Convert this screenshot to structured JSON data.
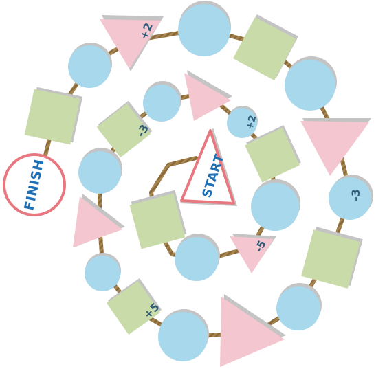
{
  "board": {
    "start_label": "START",
    "finish_label": "FINISH",
    "colors": {
      "circle": "#a8d8ec",
      "square": "#c9dba9",
      "triangle": "#f4c6cf",
      "shadow": "#c4c4c4",
      "path": "#8a6a3a",
      "finish_ring": "#e8787f",
      "label_text": "#2f5a78",
      "title_text": "#1f6fb4"
    },
    "space_labels": {
      "outer_top_triangle": "+2",
      "middle_square": "-3",
      "inner_top_circle": "+2",
      "outer_right_circle": "-3",
      "inner_bottom_triangle": "-5",
      "middle_bottom_square": "+5"
    }
  }
}
